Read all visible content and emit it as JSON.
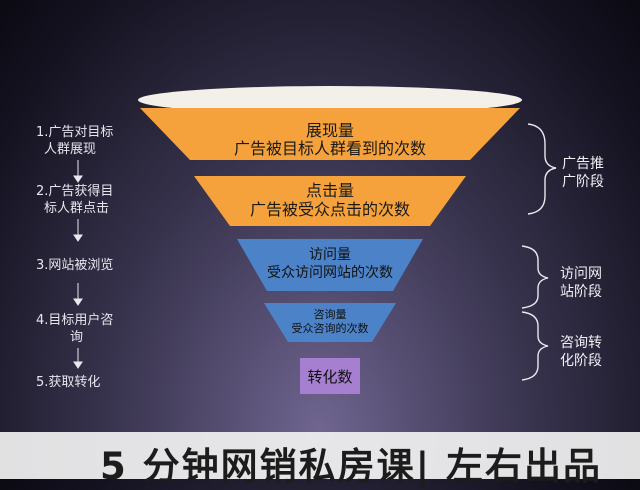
{
  "colors": {
    "orange": "#f5a23c",
    "blue": "#4b82c8",
    "purple": "#a67fd0",
    "funnel_top": "#f3f0ea"
  },
  "funnel": [
    {
      "title": "展现量",
      "desc": "广告被目标人群看到的次数"
    },
    {
      "title": "点击量",
      "desc": "广告被受众点击的次数"
    },
    {
      "title": "访问量",
      "desc": "受众访问网站的次数"
    },
    {
      "title": "咨询量",
      "desc": "受众咨询的次数"
    },
    {
      "title": "转化数"
    }
  ],
  "steps": [
    [
      "1.广告对目标",
      "人群展现"
    ],
    [
      "2.广告获得目",
      "标人群点击"
    ],
    [
      "3.网站被浏览"
    ],
    [
      "4.目标用户咨",
      "询"
    ],
    [
      "5.获取转化"
    ]
  ],
  "stages": [
    [
      "广告推",
      "广阶段"
    ],
    [
      "访问网",
      "站阶段"
    ],
    [
      "咨询转",
      "化阶段"
    ]
  ],
  "footer": "5 分钟网销私房课| 左右出品"
}
